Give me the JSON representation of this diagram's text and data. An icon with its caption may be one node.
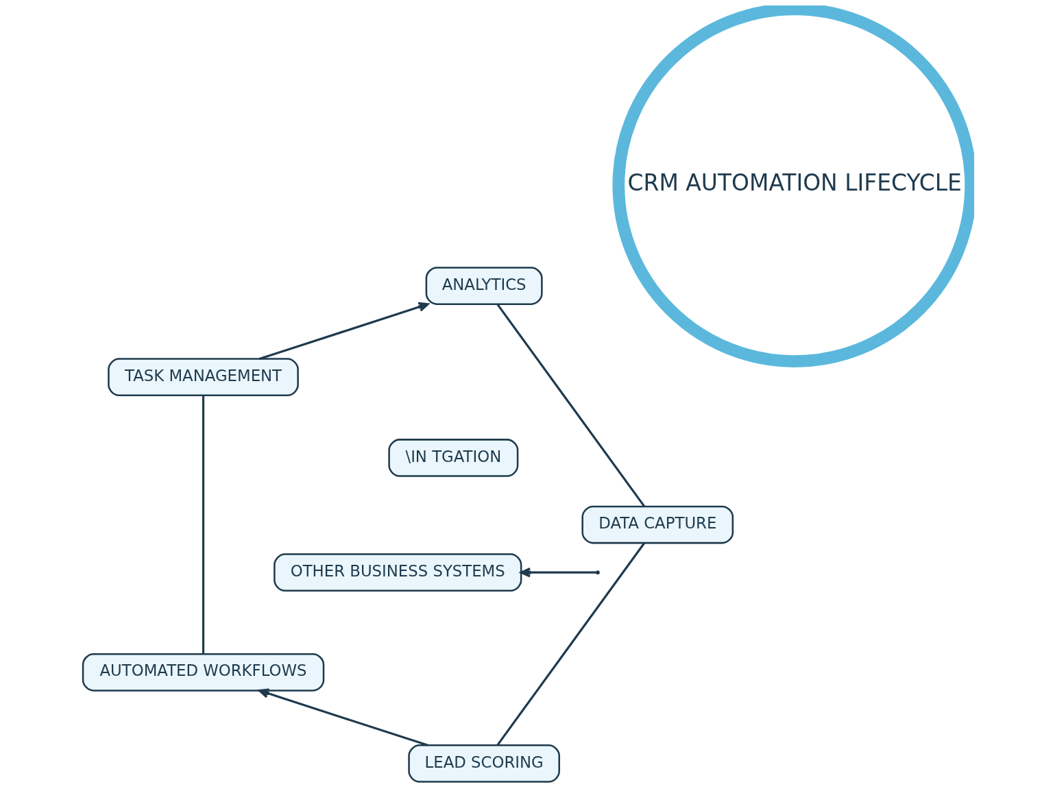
{
  "diagram": {
    "nodes": [
      {
        "text": [
          "LEAD SCORING"
        ]
      },
      {
        "text": [
          "DATA CAPTURE"
        ]
      },
      {
        "text": [
          "AUTOMATED WORKFLOWS"
        ]
      },
      {
        "text": [
          "CRM AUTOMATION LIFECYCLE"
        ]
      },
      {
        "text": [
          "\\IN TGATION"
        ]
      },
      {
        "text": [
          "OTHER BUSINESS SYSTEMS"
        ]
      },
      {
        "text": [
          "TASK MANAGEMENT"
        ]
      },
      {
        "text": [
          "ANALYTICS"
        ]
      }
    ],
    "edges": [
      {
        "from": 1,
        "to": 0,
        "arrow": "none"
      },
      {
        "from": 0,
        "to": 2,
        "arrow": "to"
      },
      {
        "from": 2,
        "to": 6,
        "arrow": "none"
      },
      {
        "from": 6,
        "to": 7,
        "arrow": "to"
      },
      {
        "from": 7,
        "to": 1,
        "arrow": "none"
      },
      {
        "from": null,
        "to": 5,
        "arrow": "to"
      }
    ]
  }
}
